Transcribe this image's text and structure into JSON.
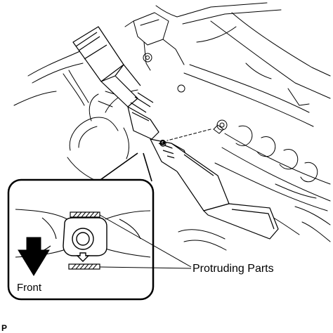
{
  "diagram": {
    "callout_label": "Protruding Parts",
    "direction_label": "Front",
    "corner_code": "P"
  },
  "colors": {
    "ink": "#000000",
    "paper": "#ffffff"
  }
}
